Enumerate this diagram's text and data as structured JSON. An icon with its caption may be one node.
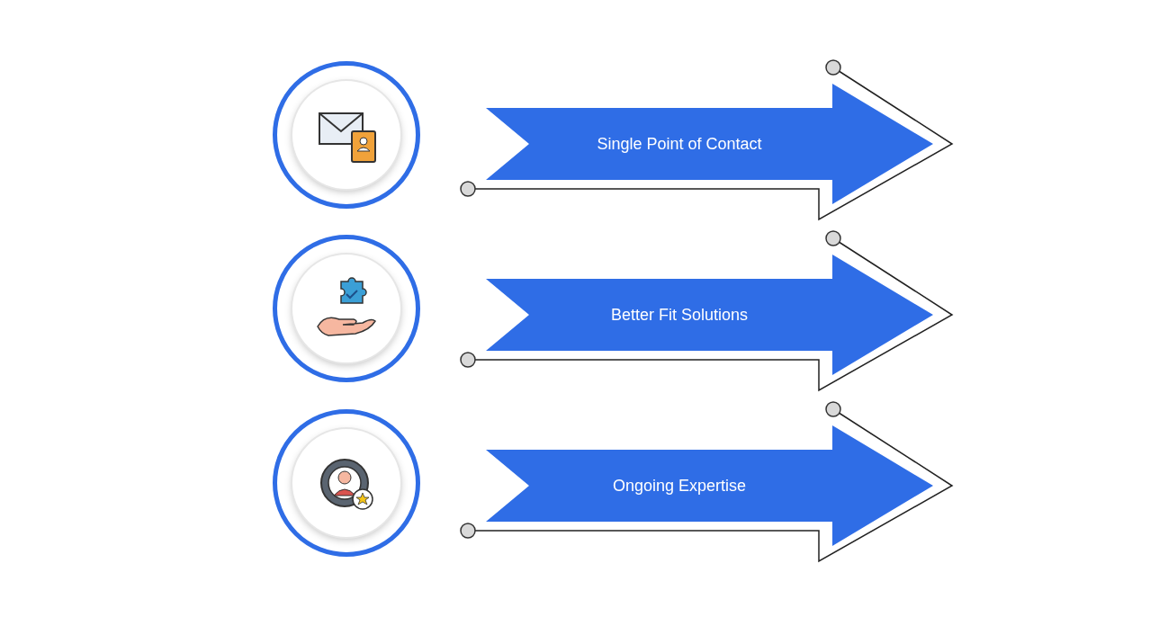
{
  "diagram": {
    "nodes": [
      {
        "text": [],
        "shape": "circle"
      },
      {
        "text": [
          "Single Point of Contact"
        ]
      },
      {
        "text": [],
        "shape": "circle"
      },
      {
        "text": [
          "Better Fit Solutions"
        ]
      },
      {
        "text": [],
        "shape": "circle"
      },
      {
        "text": [
          "Ongoing Expertise"
        ]
      }
    ],
    "edges": []
  }
}
